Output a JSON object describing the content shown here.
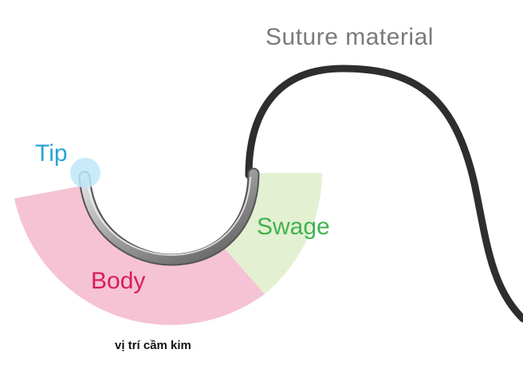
{
  "labels": {
    "suture_material": "Suture material",
    "tip": "Tip",
    "swage": "Swage",
    "body": "Body",
    "caption": "vị trí cầm kim"
  },
  "colors": {
    "suture_text": "#7a7a7a",
    "tip_text": "#29a3d6",
    "swage_text": "#3fb34f",
    "body_text": "#d81b60",
    "caption_text": "#111111",
    "body_region": "#f5c3d3",
    "swage_region": "#e3f0d2",
    "tip_marker": "#bfe6f7",
    "suture_thread": "#2e2e2e",
    "needle_metal": "#8c8c8c"
  }
}
